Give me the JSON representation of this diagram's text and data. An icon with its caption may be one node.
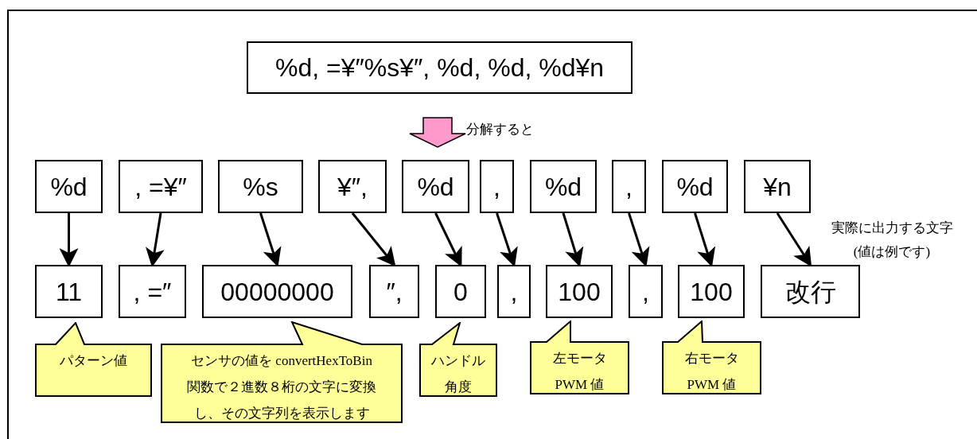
{
  "diagram": {
    "nodes": [
      {
        "text": [
          "%d, =¥″%s¥″, %d, %d, %d¥n"
        ]
      },
      {
        "text": [
          "%d"
        ]
      },
      {
        "text": [
          ", =¥″"
        ]
      },
      {
        "text": [
          "%s"
        ]
      },
      {
        "text": [
          "¥″,"
        ]
      },
      {
        "text": [
          "%d"
        ]
      },
      {
        "text": [
          ","
        ]
      },
      {
        "text": [
          "%d"
        ]
      },
      {
        "text": [
          ","
        ]
      },
      {
        "text": [
          "%d"
        ]
      },
      {
        "text": [
          "¥n"
        ]
      },
      {
        "text": [
          "11"
        ]
      },
      {
        "text": [
          ", =″"
        ]
      },
      {
        "text": [
          "00000000"
        ]
      },
      {
        "text": [
          "″,"
        ]
      },
      {
        "text": [
          "0"
        ]
      },
      {
        "text": [
          ","
        ]
      },
      {
        "text": [
          "100"
        ]
      },
      {
        "text": [
          ","
        ]
      },
      {
        "text": [
          "100"
        ]
      },
      {
        "text": [
          "改行"
        ]
      },
      {
        "text": [
          "パターン値"
        ]
      },
      {
        "text": [
          "センサの値を convertHexToBin関数で２進数８桁の文字に変換し、その文字列を表示します"
        ]
      },
      {
        "text": [
          "ハンドル角度"
        ]
      },
      {
        "text": [
          "左モータPWM 値"
        ]
      },
      {
        "text": [
          "右モータPWM 値"
        ]
      }
    ],
    "edges": [
      {
        "from": 0,
        "to": 5,
        "arrow": "to",
        "label": "分解すると",
        "style": "thick",
        "color": "#ff99cc"
      },
      {
        "from": 1,
        "to": 11,
        "arrow": "to"
      },
      {
        "from": 2,
        "to": 12,
        "arrow": "to"
      },
      {
        "from": 3,
        "to": 13,
        "arrow": "to"
      },
      {
        "from": 4,
        "to": 14,
        "arrow": "to"
      },
      {
        "from": 5,
        "to": 15,
        "arrow": "to"
      },
      {
        "from": 6,
        "to": 16,
        "arrow": "to"
      },
      {
        "from": 7,
        "to": 17,
        "arrow": "to"
      },
      {
        "from": 8,
        "to": 18,
        "arrow": "to"
      },
      {
        "from": 9,
        "to": 19,
        "arrow": "to"
      },
      {
        "from": 10,
        "to": 20,
        "arrow": "to"
      }
    ],
    "labels": [
      "実際に出力する文字(値は例です)"
    ]
  }
}
